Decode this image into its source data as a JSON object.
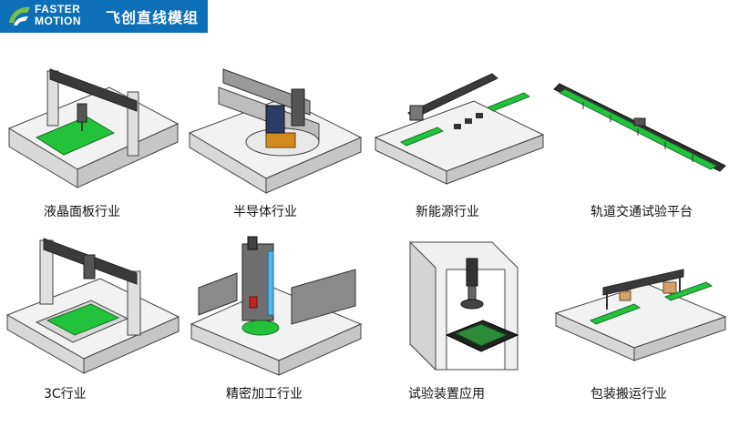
{
  "brand": {
    "name_line1": "FASTER",
    "name_line2": "MOTION",
    "name_cn": "飞创直线模组",
    "colors": {
      "banner": "#0d6fb8",
      "logo_green": "#7ac143",
      "board_green": "#22c33b"
    }
  },
  "industries": [
    {
      "label": "液晶面板行业",
      "icon": "gantry-pcb-illustration"
    },
    {
      "label": "半导体行业",
      "icon": "wafer-gantry-illustration"
    },
    {
      "label": "新能源行业",
      "icon": "battery-module-illustration"
    },
    {
      "label": "轨道交通试验平台",
      "icon": "long-rail-illustration"
    },
    {
      "label": "3C行业",
      "icon": "gantry-tray-illustration"
    },
    {
      "label": "精密加工行业",
      "icon": "precision-machining-illustration"
    },
    {
      "label": "试验装置应用",
      "icon": "test-fixture-illustration"
    },
    {
      "label": "包装搬运行业",
      "icon": "handling-gantry-illustration"
    }
  ]
}
